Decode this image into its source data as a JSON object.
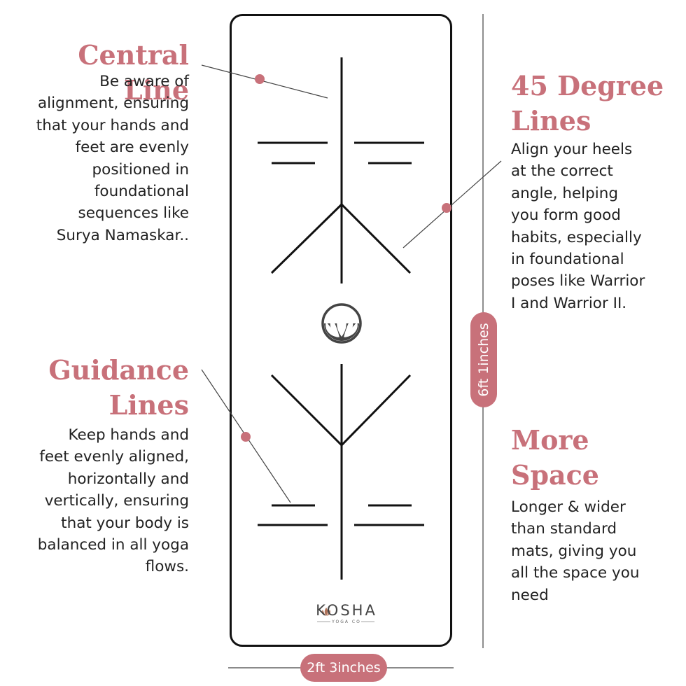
{
  "callouts": {
    "central": {
      "title": "Central Line",
      "lines": [
        "Be aware of",
        "alignment, ensuring",
        "that your hands and",
        "feet are evenly",
        "positioned in",
        "foundational",
        "sequences like",
        "Surya Namaskar.."
      ]
    },
    "degree": {
      "title_lines": [
        "45 Degree",
        "Lines"
      ],
      "lines": [
        "Align your heels",
        "at the correct",
        "angle, helping",
        "you form good",
        "habits, especially",
        "in foundational",
        "poses like Warrior",
        "I and Warrior II."
      ]
    },
    "guidance": {
      "title_lines": [
        "Guidance",
        "Lines"
      ],
      "lines": [
        "Keep hands and",
        "feet evenly aligned,",
        "horizontally and",
        "vertically, ensuring",
        "that your body is",
        "balanced in all yoga",
        "flows."
      ]
    },
    "space": {
      "title_lines": [
        "More",
        "Space"
      ],
      "lines": [
        "Longer & wider",
        "than standard",
        "mats, giving you",
        "all the space you",
        "need"
      ]
    }
  },
  "dimensions": {
    "width": "2ft 3inches",
    "length": "6ft 1inches"
  },
  "brand": {
    "name": "KOSHA",
    "sub": "YOGA CO"
  },
  "icons": {
    "logo": "lotus-logo-icon"
  },
  "colors": {
    "accent": "#c8717a",
    "ink": "#111111",
    "text": "#222222"
  }
}
